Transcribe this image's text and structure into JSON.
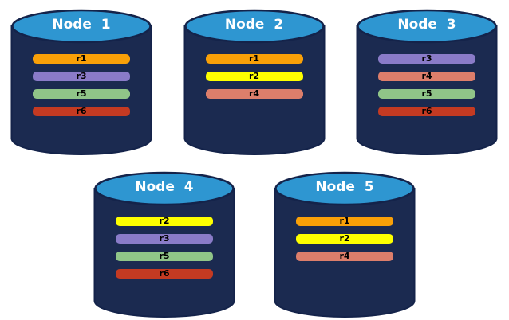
{
  "diagram_title": "replica-distribution-across-nodes",
  "palette": {
    "background": "#FFFFFF",
    "cylinder_body": "#1B2A50",
    "cylinder_outline": "#14234A",
    "cylinder_top": "#2E96D1",
    "node_label_color": "#FFFFFF",
    "bar_text_color": "#000000"
  },
  "replica_colors": {
    "r1": "#F9A008",
    "r2": "#FEFF00",
    "r3": "#8A7BC8",
    "r4": "#DD7E6B",
    "r5": "#90C588",
    "r6": "#C43A22"
  },
  "nodes": [
    {
      "label": "Node  1",
      "replicas": [
        "r1",
        "r3",
        "r5",
        "r6"
      ]
    },
    {
      "label": "Node  2",
      "replicas": [
        "r1",
        "r2",
        "r4"
      ]
    },
    {
      "label": "Node  3",
      "replicas": [
        "r3",
        "r4",
        "r5",
        "r6"
      ]
    },
    {
      "label": "Node  4",
      "replicas": [
        "r2",
        "r3",
        "r5",
        "r6"
      ]
    },
    {
      "label": "Node  5",
      "replicas": [
        "r1",
        "r2",
        "r4"
      ]
    }
  ]
}
